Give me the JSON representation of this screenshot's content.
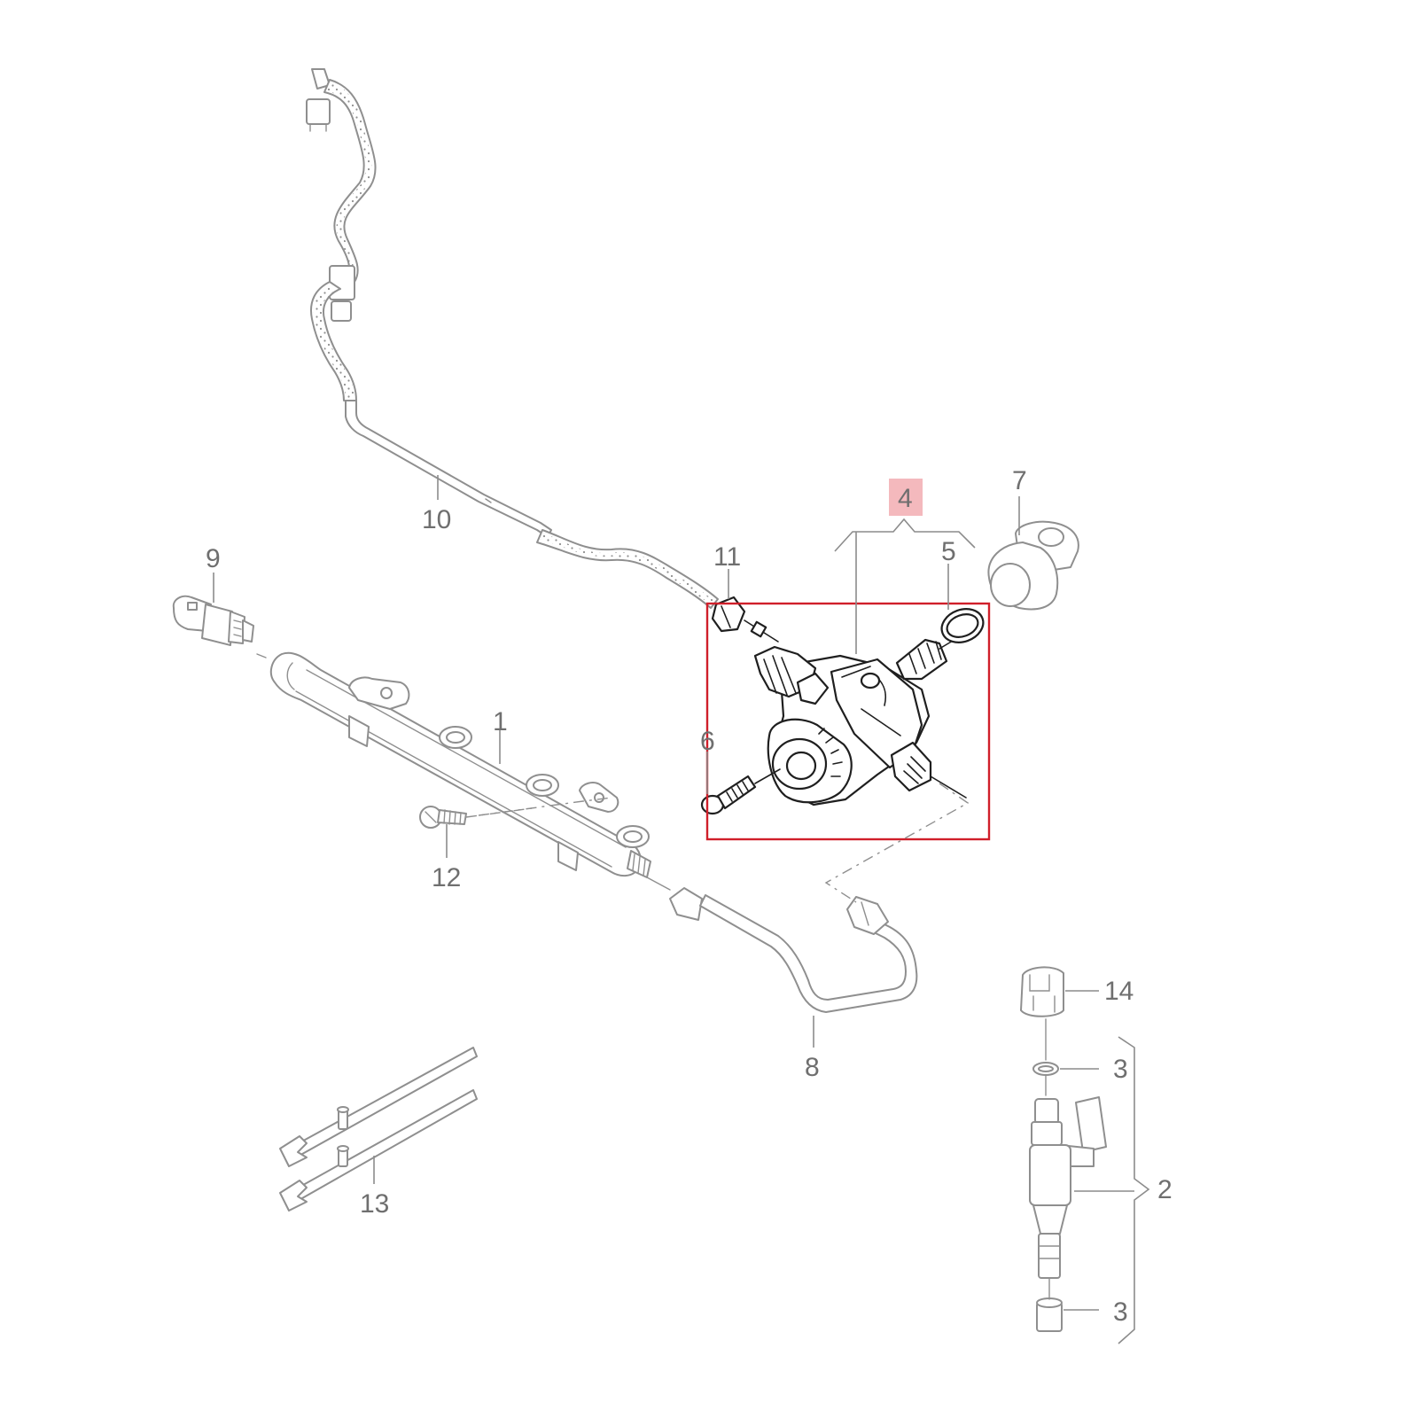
{
  "highlight": {
    "label": "4",
    "frame_color": "#d01f2a",
    "badge_color": "#f4b9bd"
  },
  "callouts": {
    "c1": "1",
    "c2": "2",
    "c3a": "3",
    "c3b": "3",
    "c4": "4",
    "c5": "5",
    "c6": "6",
    "c7": "7",
    "c8": "8",
    "c9": "9",
    "c10": "10",
    "c11": "11",
    "c12": "12",
    "c13": "13",
    "c14": "14"
  }
}
